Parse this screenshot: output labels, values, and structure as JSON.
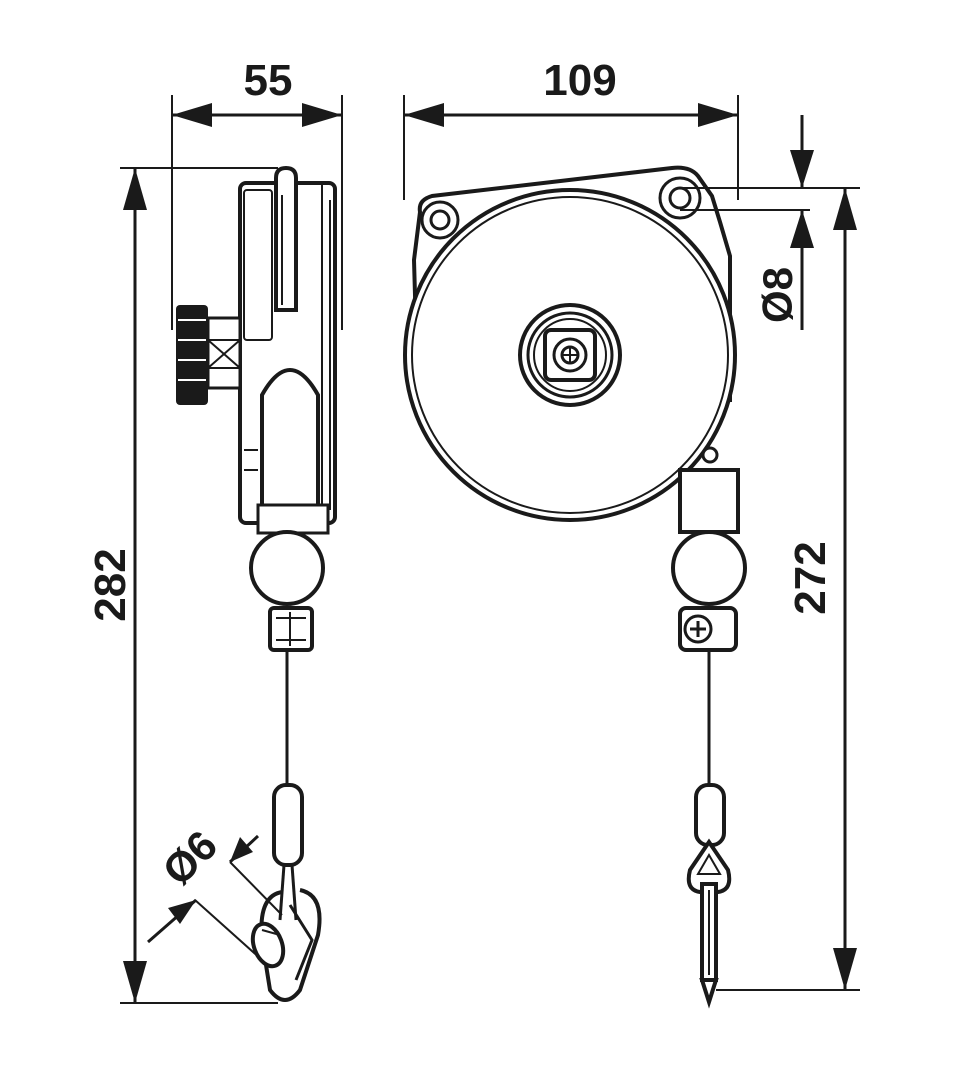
{
  "dimensions": {
    "side_width": "55",
    "front_width": "109",
    "side_height": "282",
    "front_height": "272",
    "mount_hole": "Ø8",
    "cable": "Ø6"
  },
  "colors": {
    "ink": "#1a1a1a",
    "paper": "#ffffff"
  }
}
